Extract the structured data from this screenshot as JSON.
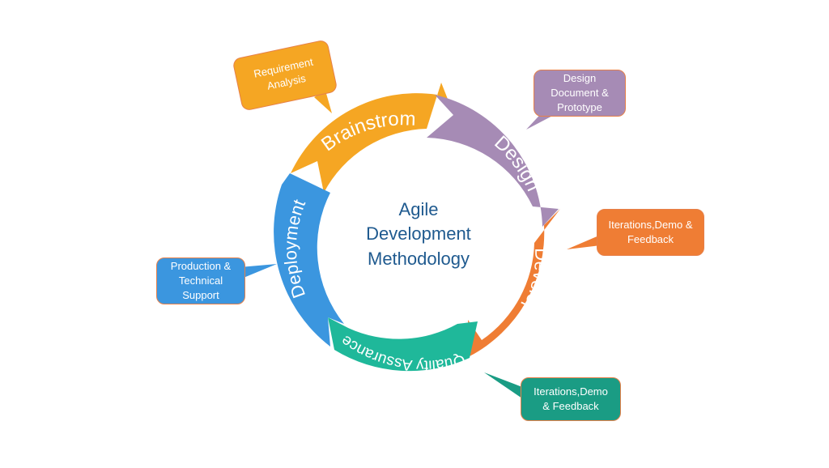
{
  "center": {
    "lines": [
      "Agile",
      "Development",
      "Methodology"
    ]
  },
  "phases": [
    {
      "key": "brainstrom",
      "label": "Brainstrom",
      "color": "#f5a623",
      "bubble": "Requirement\nAnalysis",
      "bubble_color": "#f5a623"
    },
    {
      "key": "design",
      "label": "Design",
      "color": "#a68bb5",
      "bubble": "Design\nDocument &\nPrototype",
      "bubble_color": "#a68bb5"
    },
    {
      "key": "development",
      "label": "Development",
      "color": "#ef7d34",
      "bubble": "Iterations,Demo &\nFeedback",
      "bubble_color": "#ef7d34"
    },
    {
      "key": "quality",
      "label": "Quality Assurance",
      "color": "#1fb89a",
      "bubble": "Iterations,Demo\n& Feedback",
      "bubble_color": "#1a9c84"
    },
    {
      "key": "deployment",
      "label": "Deployment",
      "color": "#3b96df",
      "bubble": "Production &\nTechnical\nSupport",
      "bubble_color": "#3b96df"
    }
  ],
  "colors": {
    "center_text": "#1f5a8f",
    "bubble_border": "#e6804a"
  }
}
